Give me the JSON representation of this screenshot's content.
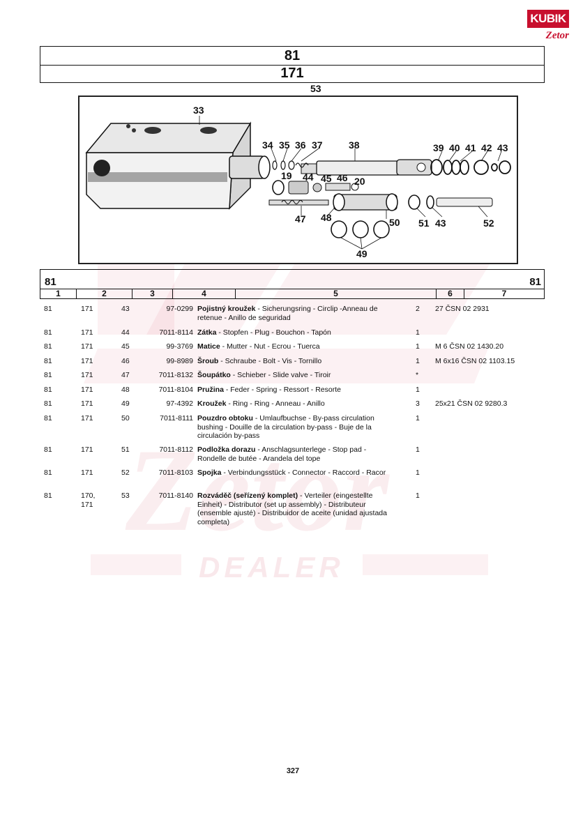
{
  "logo": {
    "top": "KUBIK",
    "bottom": "Zetor"
  },
  "watermark": {
    "text": "DEALER",
    "brand_color": "#c8102e"
  },
  "header": {
    "group": "81",
    "subgroup": "171",
    "assembly_label": "53"
  },
  "diagram": {
    "callouts": [
      "33",
      "34",
      "35",
      "36",
      "37",
      "38",
      "39",
      "40",
      "41",
      "42",
      "43",
      "19",
      "44",
      "45",
      "46",
      "20",
      "47",
      "48",
      "50",
      "51",
      "43",
      "52",
      "49"
    ]
  },
  "table": {
    "group_left": "81",
    "group_right": "81",
    "columns": [
      "1",
      "2",
      "3",
      "4",
      "5",
      "6",
      "7"
    ],
    "rows": [
      {
        "c1": "81",
        "c2": "171",
        "c3": "43",
        "c4": "97-0299",
        "name": "Pojistný kroužek",
        "desc": " - Sicherungsring - Circlip -Anneau de retenue - Anillo de seguridad",
        "c6": "2",
        "c7": "27 ČSN 02 2931"
      },
      {
        "c1": "81",
        "c2": "171",
        "c3": "44",
        "c4": "7011-8114",
        "name": "Zátka",
        "desc": " - Stopfen - Plug - Bouchon - Tapón",
        "c6": "1",
        "c7": ""
      },
      {
        "c1": "81",
        "c2": "171",
        "c3": "45",
        "c4": "99-3769",
        "name": "Matice",
        "desc": " - Mutter - Nut - Ecrou - Tuerca",
        "c6": "1",
        "c7": "M 6 ČSN 02 1430.20"
      },
      {
        "c1": "81",
        "c2": "171",
        "c3": "46",
        "c4": "99-8989",
        "name": "Šroub",
        "desc": " - Schraube - Bolt - Vis - Tornillo",
        "c6": "1",
        "c7": "M 6x16 ČSN 02 1103.15"
      },
      {
        "c1": "81",
        "c2": "171",
        "c3": "47",
        "c4": "7011-8132",
        "name": "Šoupátko",
        "desc": " - Schieber - Slide valve - Tiroir",
        "c6": "*",
        "c7": ""
      },
      {
        "c1": "81",
        "c2": "171",
        "c3": "48",
        "c4": "7011-8104",
        "name": "Pružina",
        "desc": " - Feder - Spring - Ressort - Resorte",
        "c6": "1",
        "c7": ""
      },
      {
        "c1": "81",
        "c2": "171",
        "c3": "49",
        "c4": "97-4392",
        "name": "Kroužek",
        "desc": " - Ring - Ring - Anneau - Anillo",
        "c6": "3",
        "c7": "25x21 ČSN 02 9280.3"
      },
      {
        "c1": "81",
        "c2": "171",
        "c3": "50",
        "c4": "7011-8111",
        "name": "Pouzdro obtoku",
        "desc": " - Umlaufbuchse - By-pass circulation bushing - Douille de la circulation by-pass - Buje de la circulación by-pass",
        "c6": "1",
        "c7": ""
      },
      {
        "c1": "81",
        "c2": "171",
        "c3": "51",
        "c4": "7011-8112",
        "name": "Podložka dorazu",
        "desc": " - Anschlagsunterlege - Stop pad - Rondelle de butée - Arandela del tope",
        "c6": "1",
        "c7": ""
      },
      {
        "c1": "81",
        "c2": "171",
        "c3": "52",
        "c4": "7011-8103",
        "name": "Spojka",
        "desc": " - Verbindungsstück - Connector - Raccord - Racor",
        "c6": "1",
        "c7": ""
      },
      {
        "c1": "81",
        "c2": "170, 171",
        "c3": "53",
        "c4": "7011-8140",
        "name": "Rozváděč (seřízený komplet)",
        "desc": " - Verteiler (eingestellte Einheit) - Distributor (set up assembly) - Distributeur (ensemble ajusté) - Distribuidor de aceite (unidad ajustada completa)",
        "c6": "1",
        "c7": ""
      }
    ]
  },
  "page_number": "327"
}
